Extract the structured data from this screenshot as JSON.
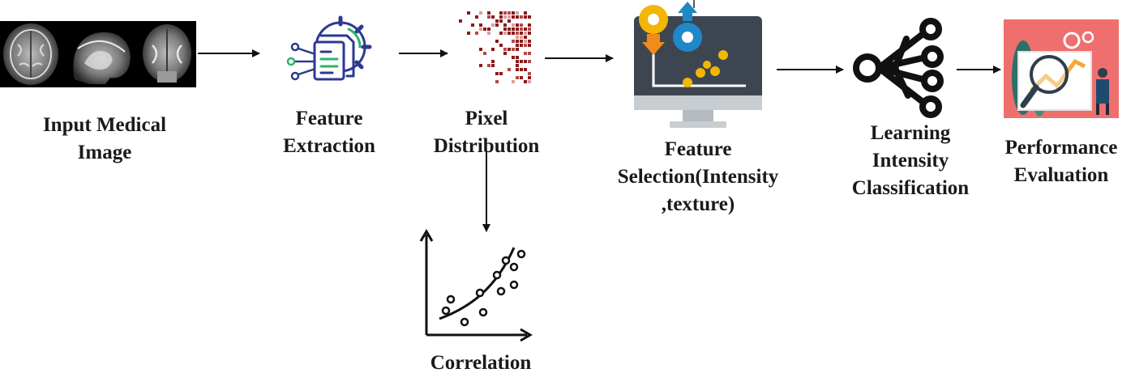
{
  "steps": {
    "input": {
      "line1": "Input Medical",
      "line2": "Image"
    },
    "feature_extraction": {
      "line1": "Feature",
      "line2": "Extraction"
    },
    "pixel_distribution": {
      "line1": "Pixel",
      "line2": "Distribution"
    },
    "feature_selection": {
      "line1": "Feature",
      "line2": "Selection(Intensity",
      "line3": ",texture)"
    },
    "learning": {
      "line1": "Learning",
      "line2": "Intensity",
      "line3": "Classification"
    },
    "performance": {
      "line1": "Performance",
      "line2": "Evaluation"
    },
    "correlation": {
      "line1": "Correlation"
    }
  },
  "icons": {
    "input": "brain-mri-scans-icon",
    "feature_extraction": "document-gear-icon",
    "pixel_distribution": "pixel-scatter-icon",
    "feature_selection": "monitor-chart-icon",
    "learning": "neural-network-icon",
    "performance": "magnifier-analytics-icon",
    "correlation": "scatter-plot-icon"
  },
  "colors": {
    "arrow": "#111111",
    "doc_blue": "#2b3a8f",
    "accent_green": "#2db36b",
    "pixel_red": "#8b1a1a",
    "monitor_dark": "#3d4650",
    "gold": "#f2b705",
    "blue_gear": "#1e88c9",
    "salmon": "#ef6f6f"
  }
}
